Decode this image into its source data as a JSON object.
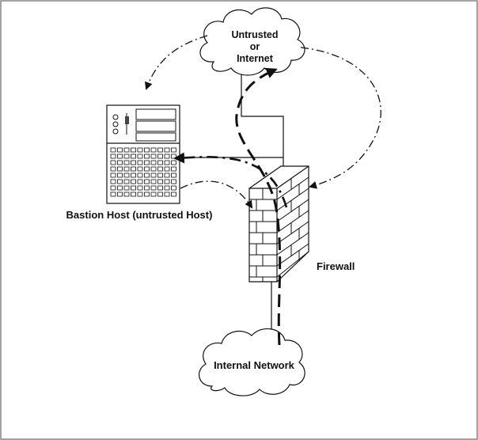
{
  "labels": {
    "cloud_top_line1": "Untrusted",
    "cloud_top_line2": "or",
    "cloud_top_line3": "Internet",
    "bastion": "Bastion Host (untrusted Host)",
    "firewall": "Firewall",
    "internal": "Internal Network"
  },
  "nodes": [
    {
      "id": "untrusted-internet",
      "type": "cloud"
    },
    {
      "id": "bastion-host",
      "type": "server"
    },
    {
      "id": "firewall",
      "type": "firewall"
    },
    {
      "id": "internal-network",
      "type": "cloud"
    }
  ],
  "edges": [
    {
      "from": "untrusted-internet",
      "to": "bastion-host",
      "style": "solid"
    },
    {
      "from": "untrusted-internet",
      "to": "firewall",
      "style": "solid"
    },
    {
      "from": "firewall",
      "to": "internal-network",
      "style": "solid"
    },
    {
      "from": "untrusted-internet",
      "to": "bastion-host",
      "style": "dash-dot-arrow"
    },
    {
      "from": "untrusted-internet",
      "to": "firewall",
      "style": "dash-dot-arrow"
    },
    {
      "from": "bastion-host",
      "to": "firewall",
      "style": "dash-dot-arrow"
    },
    {
      "from": "firewall",
      "to": "bastion-host",
      "style": "heavy-dash-dot-arrow"
    },
    {
      "from": "internal-network",
      "to": "untrusted-internet",
      "style": "heavy-dash-arrow"
    }
  ],
  "colors": {
    "stroke": "#111111",
    "background": "#ffffff",
    "frame": "#666666"
  }
}
